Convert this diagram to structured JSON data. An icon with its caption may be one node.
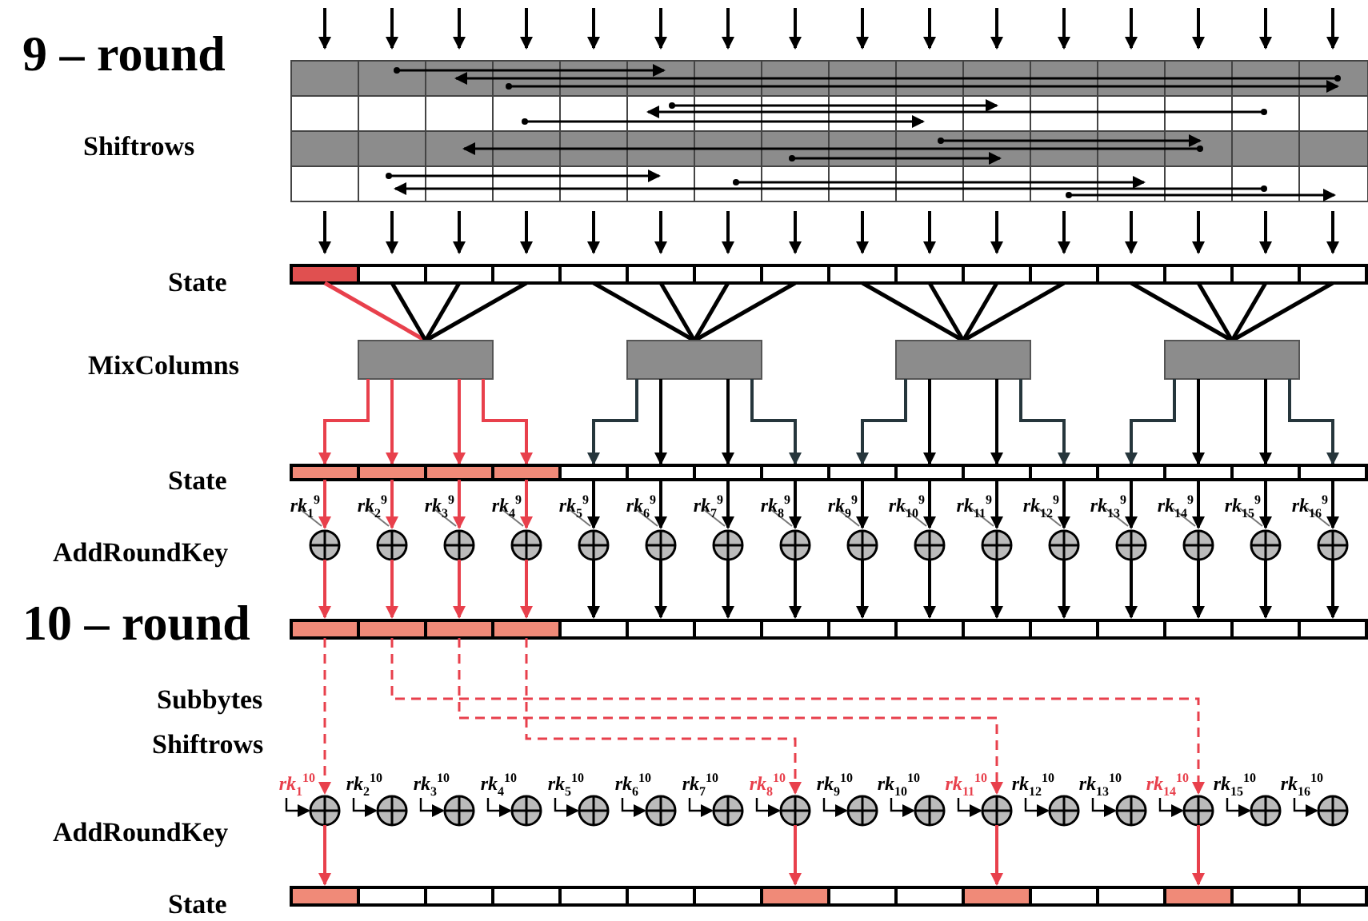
{
  "diagram": {
    "labels": [
      "9 – round",
      "Shiftrows",
      "State",
      "MixColumns",
      "State",
      "*rk*$_{1}$$^{9}$",
      "*rk*$_{2}$$^{9}$",
      "*rk*$_{3}$$^{9}$",
      "*rk*$_{4}$$^{9}$",
      "*rk*$_{5}$$^{9}$",
      "*rk*$_{6}$$^{9}$",
      "*rk*$_{7}$$^{9}$",
      "*rk*$_{8}$$^{9}$",
      "*rk*$_{9}$$^{9}$",
      "*rk*$_{10}$$^{9}$",
      "*rk*$_{11}$$^{9}$",
      "*rk*$_{12}$$^{9}$",
      "*rk*$_{13}$$^{9}$",
      "*rk*$_{14}$$^{9}$",
      "*rk*$_{15}$$^{9}$",
      "*rk*$_{16}$$^{9}$",
      "AddRoundKey",
      "10 – round",
      "Subbytes",
      "Shiftrows",
      "*rk*$_{1}$$^{10}$",
      "*rk*$_{2}$$^{10}$",
      "*rk*$_{3}$$^{10}$",
      "*rk*$_{4}$$^{10}$",
      "*rk*$_{5}$$^{10}$",
      "*rk*$_{6}$$^{10}$",
      "*rk*$_{7}$$^{10}$",
      "*rk*$_{8}$$^{10}$",
      "*rk*$_{9}$$^{10}$",
      "*rk*$_{10}$$^{10}$",
      "*rk*$_{11}$$^{10}$",
      "*rk*$_{12}$$^{10}$",
      "*rk*$_{13}$$^{10}$",
      "*rk*$_{14}$$^{10}$",
      "*rk*$_{15}$$^{10}$",
      "*rk*$_{16}$$^{10}$",
      "AddRoundKey",
      "State"
    ]
  }
}
